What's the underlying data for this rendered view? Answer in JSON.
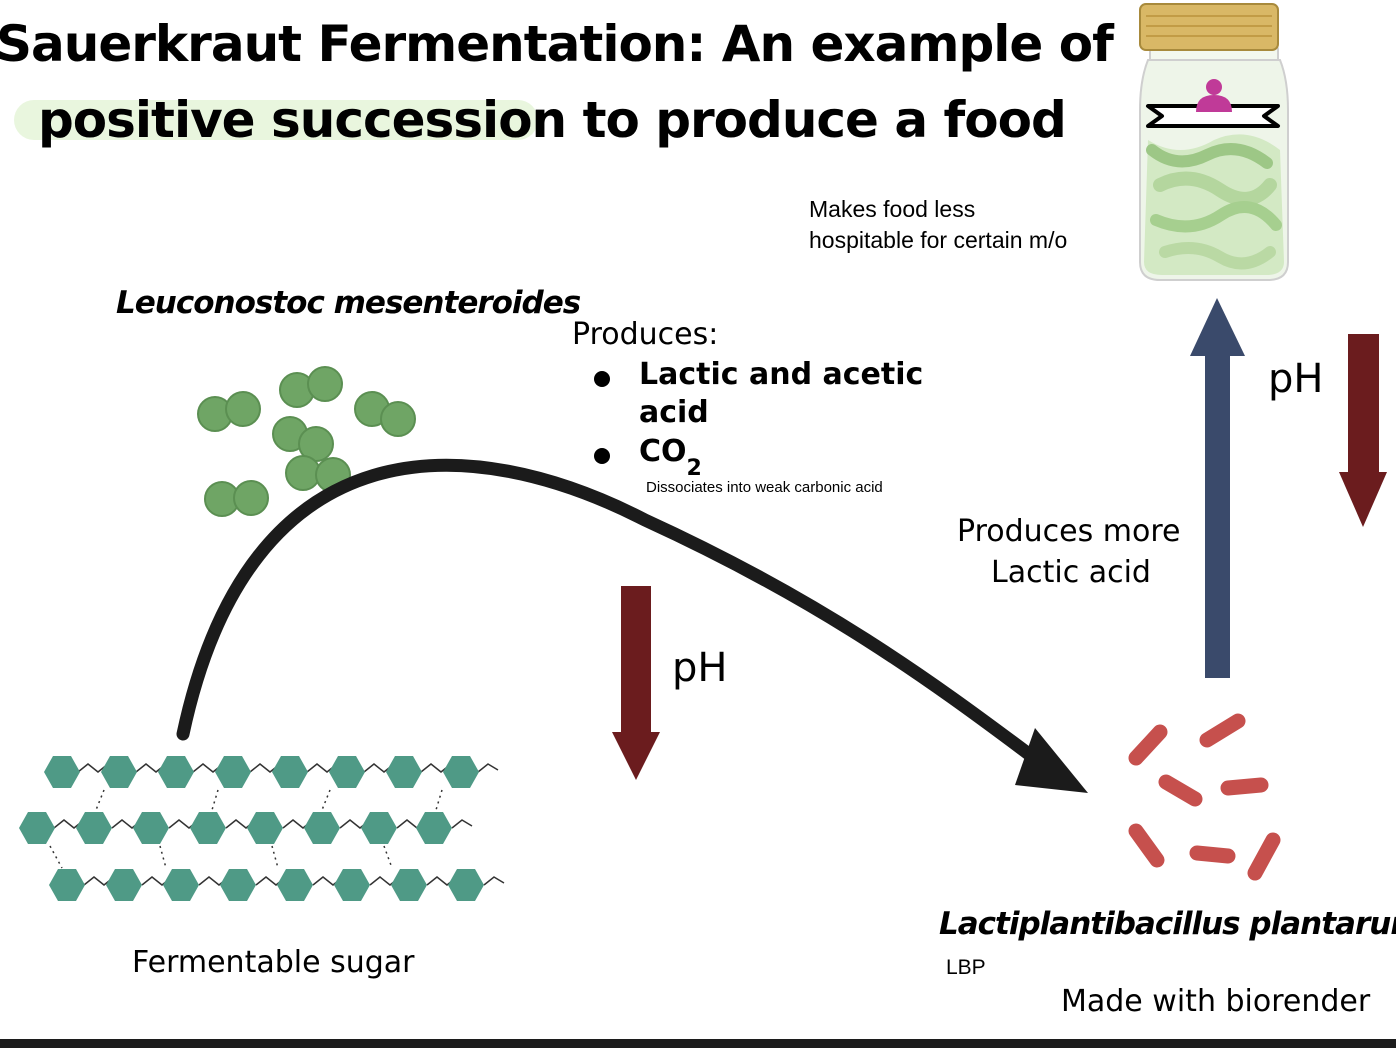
{
  "title": {
    "line1": "Sauerkraut Fermentation: An example of",
    "highlight": "positive succession",
    "line2_rest": " to produce a food"
  },
  "jar_caption": {
    "line1": "Makes food less",
    "line2": "hospitable for certain m/o"
  },
  "leuconostoc": {
    "name": "Leuconostoc mesenteroides"
  },
  "produces": {
    "heading": "Produces:",
    "item1_line1": "Lactic and acetic",
    "item1_line2": "acid",
    "item2_main": "CO",
    "item2_sub": "2",
    "item2_note": "Dissociates into weak carbonic acid"
  },
  "ph_label_center": "pH",
  "ph_label_right": "pH",
  "produces_more": {
    "line1": "Produces more",
    "line2": "Lactic acid"
  },
  "sugar_label": "Fermentable sugar",
  "lactiplantibacillus": {
    "name": "Lactiplantibacillus plantarum",
    "abbrev": "LBP"
  },
  "credit": "Made with biorender",
  "colors": {
    "ph_down_arrow": "#6b1c1e",
    "ph_up_arrow": "#3a4a6b",
    "cocci": "#6fa565",
    "sugar_hexagon": "#4f9a86",
    "bacilli": "#c6504d",
    "title_highlight": "#e9f6de"
  }
}
